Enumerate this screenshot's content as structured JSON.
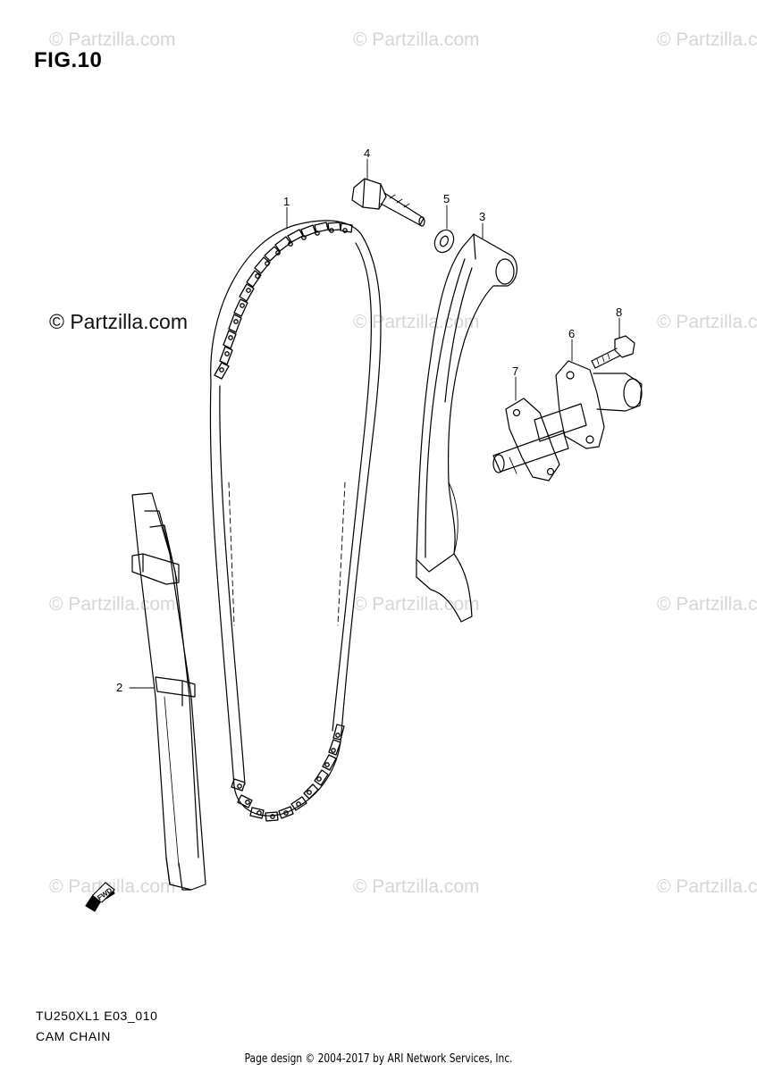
{
  "figure": {
    "title": "FIG.10"
  },
  "watermarks": {
    "text": "© Partzilla.com",
    "main": "© Partzilla.com"
  },
  "callouts": [
    "1",
    "2",
    "3",
    "4",
    "5",
    "6",
    "7",
    "8"
  ],
  "fwd_label": "FWD",
  "reference": {
    "code": "TU250XL1 E03_010",
    "name": "CAM CHAIN"
  },
  "footer": "Page design © 2004-2017 by ARI Network Services, Inc."
}
